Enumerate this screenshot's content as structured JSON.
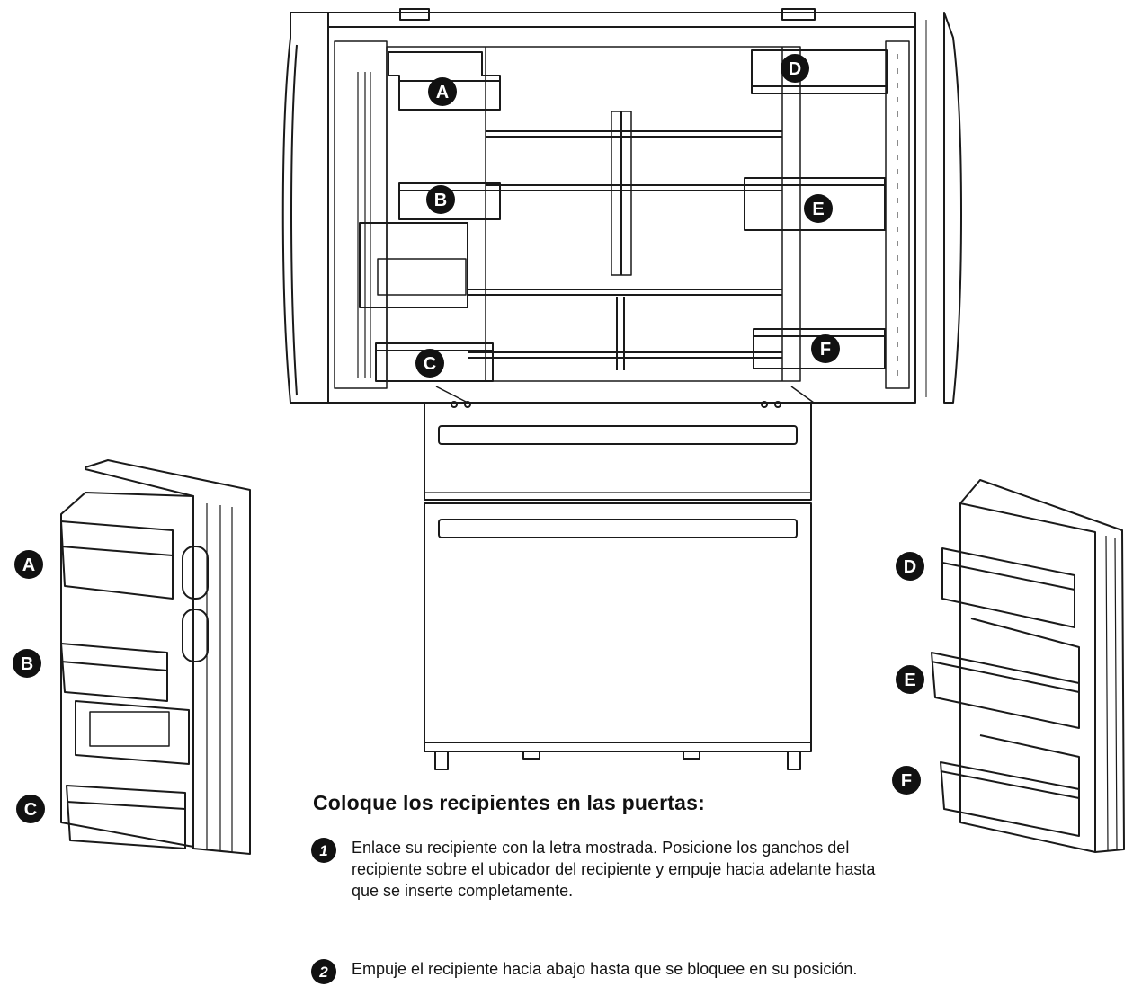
{
  "labels": {
    "a": "A",
    "b": "B",
    "c": "C",
    "d": "D",
    "e": "E",
    "f": "F"
  },
  "instructions": {
    "title": "Coloque los recipientes en las puertas:",
    "steps": [
      {
        "number": "1",
        "text": "Enlace su recipiente con la letra mostrada. Posicione los ganchos del recipiente sobre el ubicador del recipiente y empuje hacia adelante hasta que se inserte completamente."
      },
      {
        "number": "2",
        "text": "Empuje el recipiente hacia abajo hasta que se bloquee en su posición."
      }
    ]
  },
  "colors": {
    "line": "#1a1a1a",
    "badge": "#111111",
    "badge_text": "#ffffff",
    "background": "#ffffff"
  }
}
